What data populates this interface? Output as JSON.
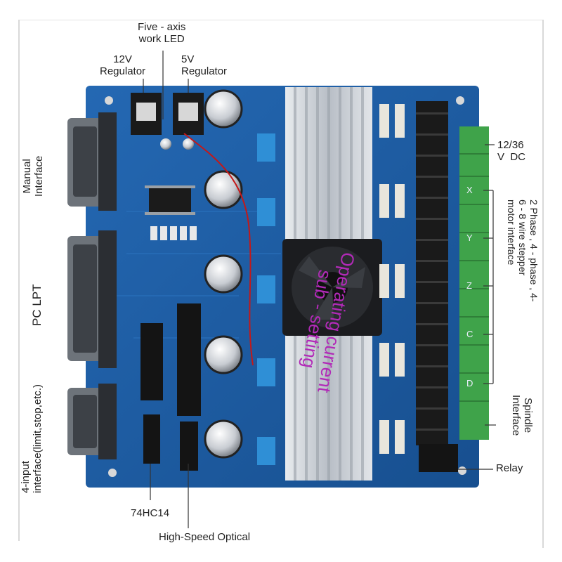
{
  "labels": {
    "five_axis_led": "Five - axis\nwork LED",
    "regulator_12v": "12V\nRegulator",
    "regulator_5v": "5V\nRegulator",
    "dc_input": "12/36\nV  DC",
    "manual_interface": "Manual\nInterface",
    "pc_lpt": "PC LPT",
    "input_interface": "4-input\ninterface(limit,stop,etc.)",
    "motor_interface": "2 Phase , 4 - phase , 4-\n6 - 8 wire stepper\nmotor interface",
    "spindle_interface": "Spindle\nInterface",
    "relay": "Relay",
    "chip_74hc14": "74HC14",
    "high_speed_optical": "High-Speed Optical",
    "heatsink_text": "Operating current\nsub - setting"
  },
  "axis_labels": [
    "X",
    "Y",
    "Z",
    "C",
    "D"
  ],
  "colors": {
    "pcb": "#1d5fa6",
    "pcb_dark": "#154b87",
    "heatsink": "#c9ced4",
    "terminal": "#3fa34a",
    "label_purple": "#b22ab8",
    "dip_switch": "#2f8fd6"
  },
  "icons": [
    "db15-connector-icon",
    "db25-connector-icon",
    "db9-connector-icon",
    "capacitor-icon",
    "cooling-fan-icon",
    "heatsink-icon",
    "terminal-block-icon",
    "ic-chip-icon",
    "resistor-icon",
    "dip-switch-icon"
  ]
}
